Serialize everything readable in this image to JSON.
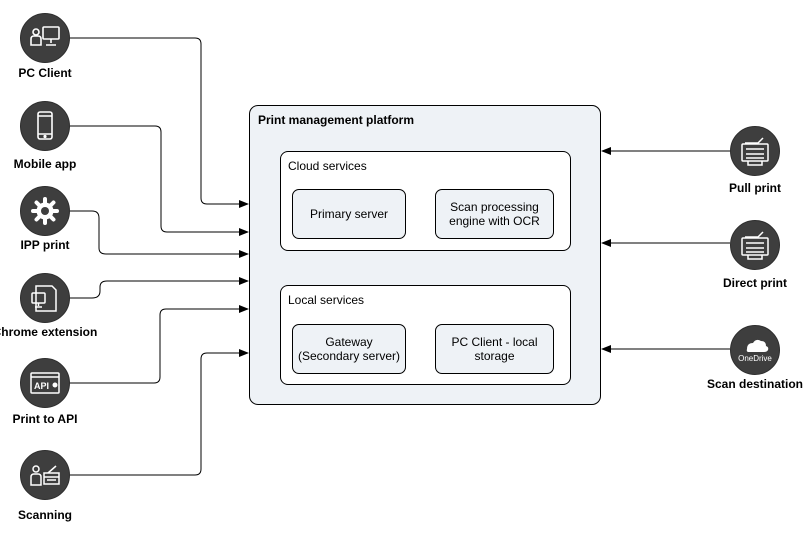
{
  "platform": {
    "title": "Print management platform",
    "cloud": {
      "title": "Cloud services",
      "primary": "Primary server",
      "scan_engine": "Scan processing engine with OCR"
    },
    "local": {
      "title": "Local services",
      "gateway": "Gateway (Secondary server)",
      "pc_storage": "PC Client - local storage"
    }
  },
  "sources": {
    "pc_client": {
      "label": "PC Client",
      "icon": "pc-client-icon"
    },
    "mobile_app": {
      "label": "Mobile app",
      "icon": "mobile-phone-icon"
    },
    "ipp_print": {
      "label": "IPP print",
      "icon": "gear-icon"
    },
    "chrome_extension": {
      "label": "Chrome extension",
      "icon": "chrome-extension-icon"
    },
    "print_to_api": {
      "label": "Print to API",
      "icon": "api-icon"
    },
    "scanning": {
      "label": "Scanning",
      "icon": "scanner-user-icon"
    }
  },
  "targets": {
    "pull_print": {
      "label": "Pull print",
      "icon": "printer-icon"
    },
    "direct_print": {
      "label": "Direct print",
      "icon": "printer-icon"
    },
    "scan_destination": {
      "label": "Scan destination",
      "icon": "onedrive-icon",
      "badge": "OneDrive"
    }
  },
  "colors": {
    "node_fill": "#3e3e3e",
    "box_fill": "#eef2f6",
    "line": "#000000"
  }
}
